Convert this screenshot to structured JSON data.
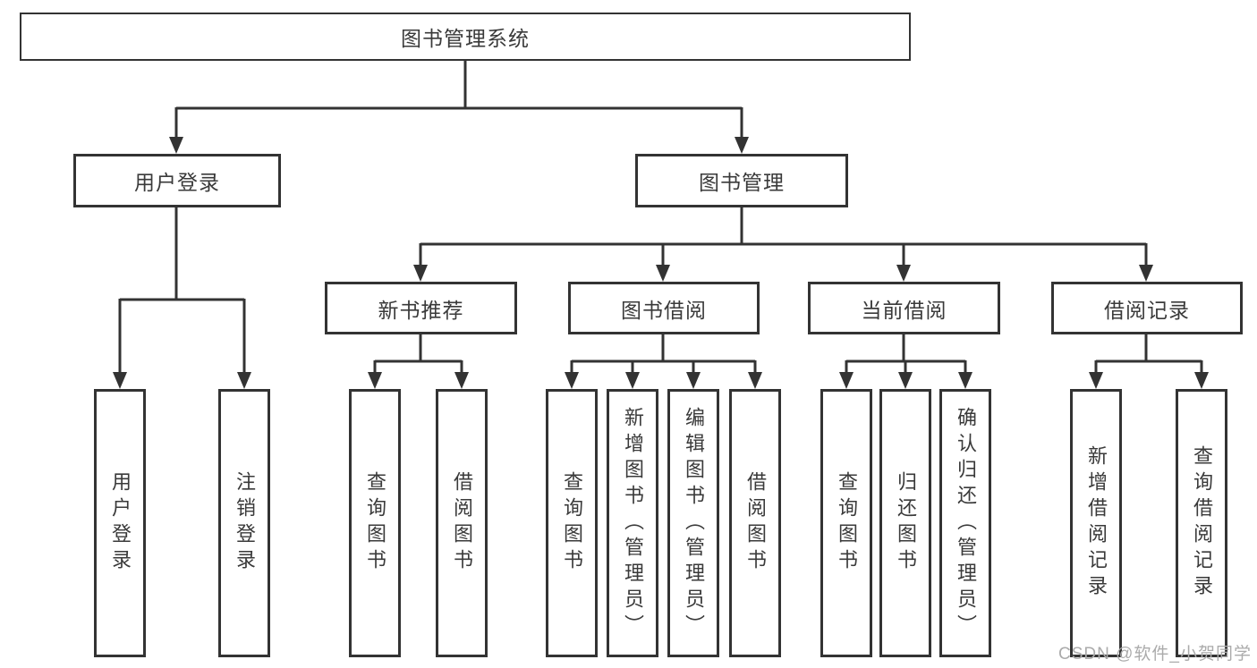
{
  "diagram": {
    "title": "图书管理系统",
    "root": {
      "label": "图书管理系统"
    },
    "level2": [
      {
        "id": "user-login",
        "label": "用户登录"
      },
      {
        "id": "book-management",
        "label": "图书管理"
      }
    ],
    "level3": [
      {
        "id": "new-book-recommendation",
        "label": "新书推荐",
        "parent": "book-management"
      },
      {
        "id": "book-borrowing",
        "label": "图书借阅",
        "parent": "book-management"
      },
      {
        "id": "current-borrowing",
        "label": "当前借阅",
        "parent": "book-management"
      },
      {
        "id": "borrowing-records",
        "label": "借阅记录",
        "parent": "book-management"
      }
    ],
    "leaves": [
      {
        "id": "login",
        "label": "用户登录",
        "parent": "user-login"
      },
      {
        "id": "logout",
        "label": "注销登录",
        "parent": "user-login"
      },
      {
        "id": "query-books-recommend",
        "label": "查询图书",
        "parent": "new-book-recommendation"
      },
      {
        "id": "borrow-books-recommend",
        "label": "借阅图书",
        "parent": "new-book-recommendation"
      },
      {
        "id": "query-books-borrowing",
        "label": "查询图书",
        "parent": "book-borrowing"
      },
      {
        "id": "add-books-admin",
        "label": "新增图书（管理员）",
        "parent": "book-borrowing"
      },
      {
        "id": "edit-books-admin",
        "label": "编辑图书（管理员）",
        "parent": "book-borrowing"
      },
      {
        "id": "borrow-books-borrowing",
        "label": "借阅图书",
        "parent": "book-borrowing"
      },
      {
        "id": "query-books-current",
        "label": "查询图书",
        "parent": "current-borrowing"
      },
      {
        "id": "return-books",
        "label": "归还图书",
        "parent": "current-borrowing"
      },
      {
        "id": "confirm-return-admin",
        "label": "确认归还（管理员）",
        "parent": "current-borrowing"
      },
      {
        "id": "add-borrow-record",
        "label": "新增借阅记录",
        "parent": "borrowing-records"
      },
      {
        "id": "query-borrow-record",
        "label": "查询借阅记录",
        "parent": "borrowing-records"
      }
    ],
    "colors": {
      "line": "#333333",
      "box_border": "#333333",
      "text": "#3a3a3a",
      "background": "#ffffff"
    }
  },
  "watermark": {
    "text": "CSDN @软件_小贺同学",
    "color": "#ababab"
  }
}
